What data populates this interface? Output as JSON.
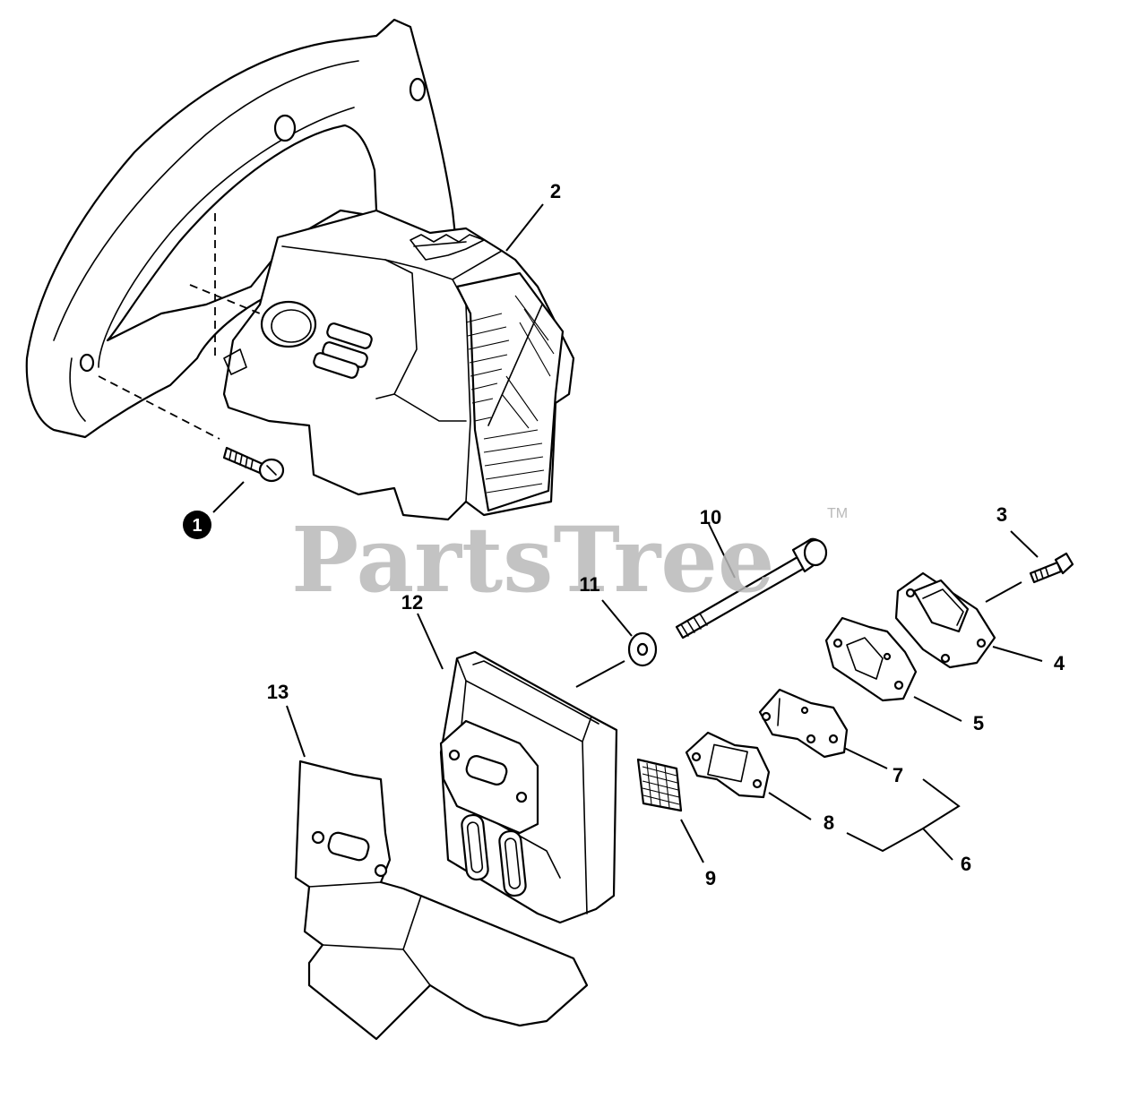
{
  "watermark": {
    "text": "PartsTree",
    "trademark": "TM"
  },
  "callouts": {
    "c1": "1",
    "c2": "2",
    "c3": "3",
    "c4": "4",
    "c5": "5",
    "c6": "6",
    "c7": "7",
    "c8": "8",
    "c9": "9",
    "c10": "10",
    "c11": "11",
    "c12": "12",
    "c13": "13"
  },
  "colors": {
    "line": "#000000",
    "watermark": "#b9b9b9",
    "background": "#ffffff"
  }
}
